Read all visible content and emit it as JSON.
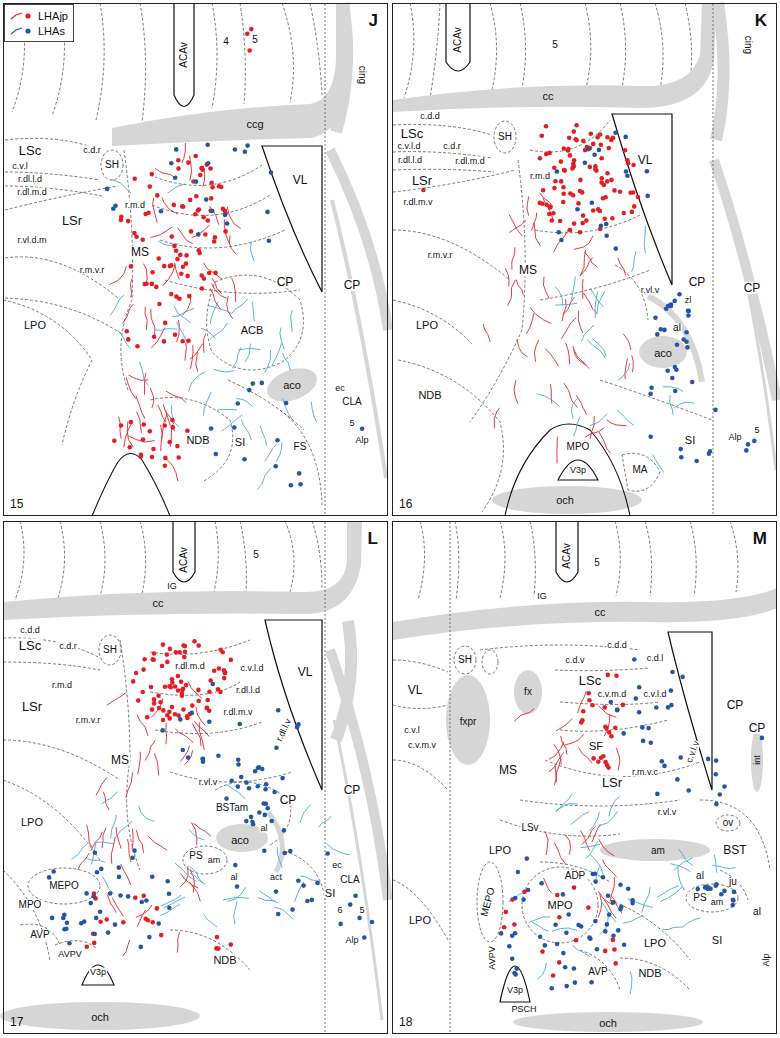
{
  "diagram": {
    "nodes": [
      {
        "text": [
          "J",
          "15"
        ]
      },
      {
        "text": [
          "K",
          "16"
        ]
      },
      {
        "text": [
          "L",
          "17"
        ]
      },
      {
        "text": [
          "M",
          "18"
        ]
      }
    ],
    "labels": [
      "ACAv",
      "4",
      "5",
      "cing",
      "ccg",
      "LSc",
      "c.d.r",
      "c.v.l",
      "r.dl.l.d",
      "r.dl.m.d",
      "SH",
      "VL",
      "r.m.d",
      "LSr",
      "r.vl.d.m",
      "MS",
      "r.m.v.r",
      "CP",
      "CP",
      "ACB",
      "LPO",
      "aco",
      "ec",
      "CLA",
      "5",
      "Alp",
      "NDB",
      "SI",
      "FS",
      "ACAv",
      "5",
      "cing",
      "cc",
      "c.d.d",
      "LSc",
      "c.v.l.d",
      "c.d.r",
      "SH",
      "r.dl.l.d",
      "r.dl.m.d",
      "LSr",
      "r.m.d",
      "VL",
      "r.dl.m.v",
      "r.m.v.r",
      "MS",
      "r.vl.v",
      "CP",
      "CP",
      "zl",
      "al",
      "aco",
      "LPO",
      "NDB",
      "SI",
      "MA",
      "MPO",
      "V3p",
      "och",
      "Alp",
      "5",
      "ACAv",
      "5",
      "IG",
      "cc",
      "c.d.d",
      "LSc",
      "c.d.r",
      "SH",
      "r.m.d",
      "VL",
      "LSr",
      "r.m.v.r",
      "r.dl.m.d",
      "c.v.l.d",
      "r.dl.l.d",
      "r.dl.m.v",
      "r.dl.l.v",
      "MS",
      "r.vl.v",
      "CP",
      "CP",
      "BSTam",
      "al",
      "aco",
      "LPO",
      "PS",
      "am",
      "al",
      "act",
      "ec",
      "CLA",
      "SI",
      "6",
      "5",
      "Alp",
      "MEPO",
      "MPO",
      "AVP",
      "AVPV",
      "V3p",
      "NDB",
      "och",
      "ACAv",
      "5",
      "IG",
      "cc",
      "c.d.d",
      "c.d.l",
      "SH",
      "c.d.v",
      "VL",
      "LSc",
      "c.v.m.d",
      "c.v.l.d",
      "fx",
      "fxpr",
      "c.v.l",
      "c.v.m.v",
      "CP",
      "CP",
      "MS",
      "SF",
      "c.v.l.v",
      "r.m.v.c",
      "LSr",
      "int",
      "r.vl.v",
      "LSv",
      "ov",
      "LPO",
      "am",
      "BST",
      "ADP",
      "al",
      "ju",
      "MEPO",
      "MPO",
      "PS",
      "am",
      "al",
      "LPO",
      "LPO",
      "SI",
      "Alp",
      "AVPV",
      "AVP",
      "NDB",
      "V3p",
      "PSCH",
      "och"
    ],
    "legend": [
      {
        "text": "LHAjp",
        "color": "#e31e24"
      },
      {
        "text": "LHAs",
        "color": "#2456a4"
      }
    ]
  }
}
